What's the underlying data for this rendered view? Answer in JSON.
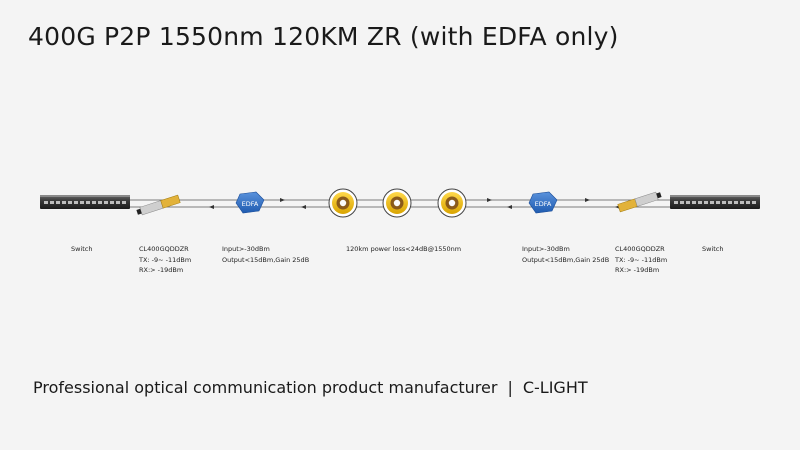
{
  "title": "400G P2P 1550nm 120KM ZR (with EDFA only)",
  "footer": {
    "company_line": "Professional optical communication product manufacturer",
    "separator": "|",
    "brand": "C-LIGHT"
  },
  "icons": {
    "switch": "network-switch-icon",
    "transceiver": "transceiver-module-icon",
    "edfa": "edfa-amplifier-icon",
    "fiber": "fiber-spool-icon"
  },
  "edfa_badge": "EDFA",
  "left": {
    "switch_label": "Switch",
    "module_name": "CL400GQDDZR",
    "module_tx": "TX: -9~ -11dBm",
    "module_rx": "RX:> -19dBm",
    "edfa_input": "Input>-30dBm",
    "edfa_output": "Output<15dBm,Gain 25dB"
  },
  "fiber_label": "120km power loss<24dB@1550nm",
  "right": {
    "edfa_input": "Input>-30dBm",
    "edfa_output": "Output<15dBm,Gain 25dB",
    "module_name": "CL400GQDDZR",
    "module_tx": "TX: -9~ -11dBm",
    "module_rx": "RX:> -19dBm",
    "switch_label": "Switch"
  },
  "colors": {
    "edfa_blue": "#2f6fc4",
    "spool_yellow": "#f0c020",
    "line": "#555555"
  }
}
